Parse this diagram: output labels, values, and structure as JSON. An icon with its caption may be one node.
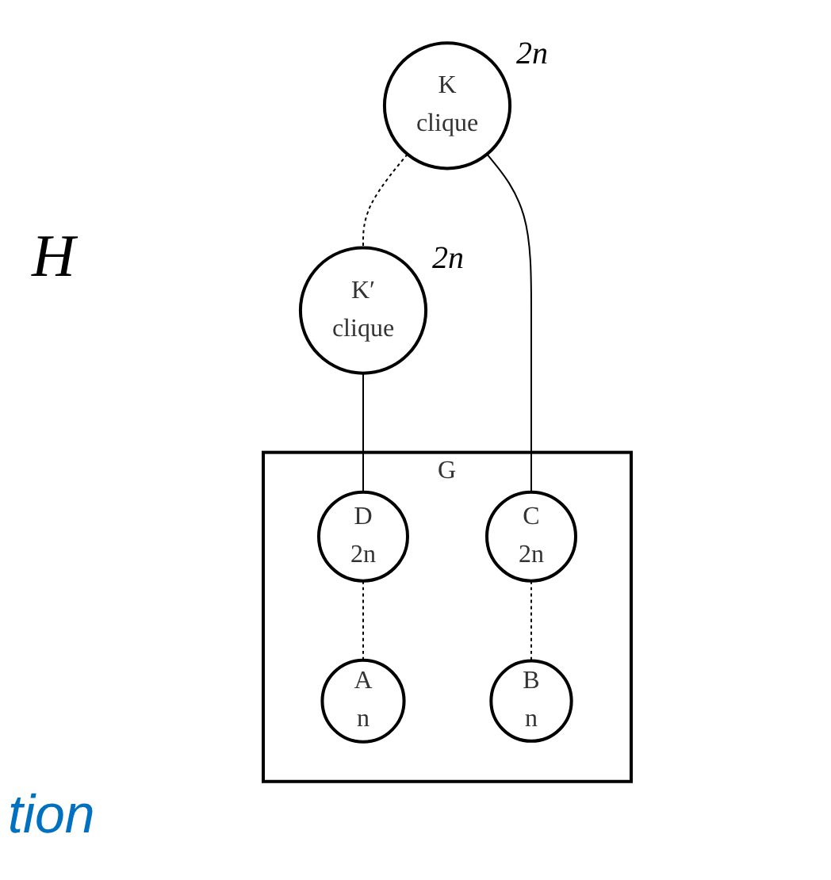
{
  "diagram": {
    "nodes": [
      {
        "text": [
          "K",
          "clique"
        ],
        "beside": [
          "2n"
        ]
      },
      {
        "text": [
          "K′",
          "clique"
        ],
        "beside": [
          "2n"
        ]
      },
      {
        "text": [
          "G"
        ]
      },
      {
        "text": [
          "C",
          "2n"
        ],
        "in": 2
      },
      {
        "text": [
          "D",
          "2n"
        ],
        "in": 2
      },
      {
        "text": [
          "A",
          "n"
        ],
        "in": 2
      },
      {
        "text": [
          "B",
          "n"
        ],
        "in": 2
      }
    ],
    "edges": [
      {
        "from": 0,
        "to": 1,
        "arrow": "none",
        "style": "dashed"
      },
      {
        "from": 0,
        "to": 3,
        "arrow": "none"
      },
      {
        "from": 1,
        "to": 4,
        "arrow": "none"
      },
      {
        "from": 3,
        "to": 6,
        "arrow": "none",
        "style": "dashed"
      },
      {
        "from": 4,
        "to": 5,
        "arrow": "none",
        "style": "dashed"
      }
    ],
    "labels": [
      "H",
      "tion"
    ]
  }
}
